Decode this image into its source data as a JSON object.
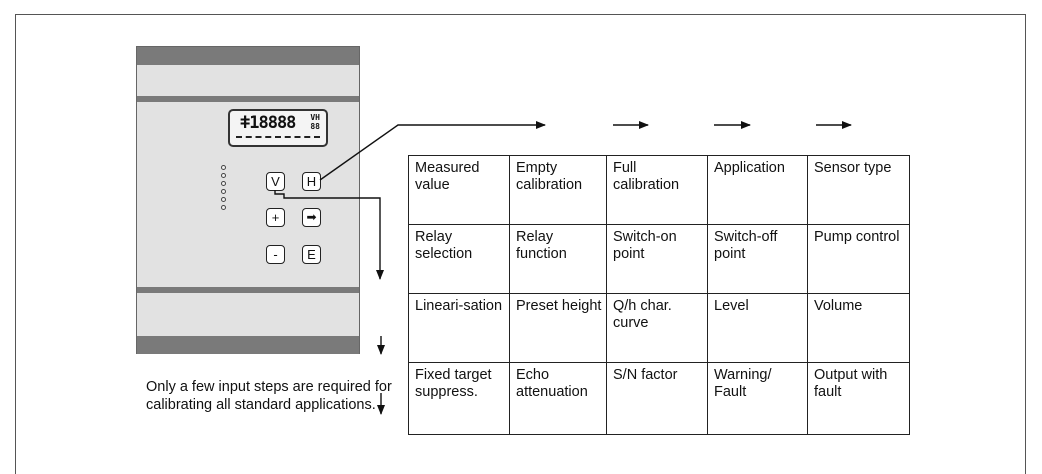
{
  "device": {
    "display_digits": "ǂ18888",
    "display_indicator_top": "VH",
    "display_indicator_bottom": "88",
    "keys": {
      "v": "V",
      "h": "H",
      "plus": "+",
      "arrow": "➡",
      "minus": "-",
      "e": "E"
    }
  },
  "matrix": {
    "rows": [
      [
        "Measured value",
        "Empty calibration",
        "Full calibration",
        "Application",
        "Sensor type"
      ],
      [
        "Relay selection",
        "Relay function",
        "Switch-on point",
        "Switch-off point",
        "Pump control"
      ],
      [
        "Lineari-sation",
        "Preset height",
        "Q/h char. curve",
        "Level",
        "Volume"
      ],
      [
        "Fixed target suppress.",
        "Echo attenuation",
        "S/N factor",
        "Warning/ Fault",
        "Output with fault"
      ]
    ]
  },
  "caption": "Only a few input steps are required for calibrating all standard applications."
}
